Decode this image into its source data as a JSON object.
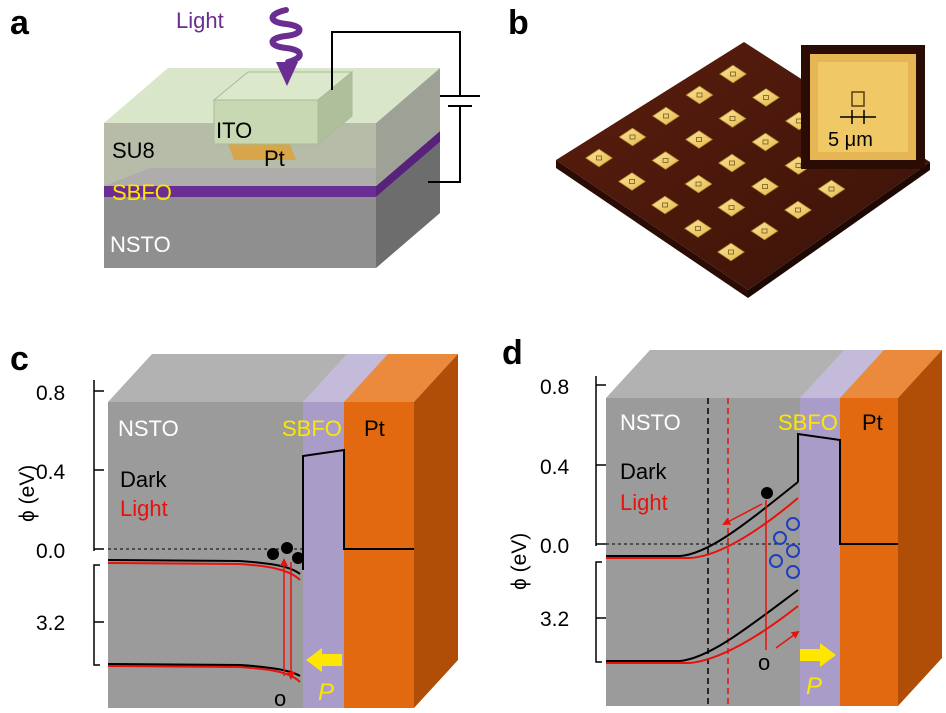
{
  "panels": {
    "a": {
      "letter": "a",
      "light": "Light",
      "ito": "ITO",
      "su8": "SU8",
      "pt": "Pt",
      "sbfo": "SBFO",
      "nsto": "NSTO"
    },
    "b": {
      "letter": "b",
      "scale": "5 μm"
    },
    "c": {
      "letter": "c",
      "ylabel": "ϕ (eV)",
      "ticks": [
        "0.8",
        "0.4",
        "0.0",
        "3.2"
      ],
      "nsto": "NSTO",
      "sbfo": "SBFO",
      "pt": "Pt",
      "dark": "Dark",
      "light": "Light",
      "hole": "o",
      "pol": "P"
    },
    "d": {
      "letter": "d",
      "ylabel": "ϕ (eV)",
      "ticks": [
        "0.8",
        "0.4",
        "0.0",
        "3.2"
      ],
      "nsto": "NSTO",
      "sbfo": "SBFO",
      "pt": "Pt",
      "dark": "Dark",
      "light": "Light",
      "hole": "o",
      "pol": "P"
    }
  },
  "colors": {
    "light_purple": "#6a2d91",
    "sbfo_yellow": "#ffe600",
    "light_red": "#e8120c",
    "pt_orange": "#e2690f",
    "sbfo_layer": "#a99cc9",
    "nsto_gray": "#9b9b9b",
    "su8_green": "#cfe0bd",
    "arrow_yellow": "#ffe600"
  }
}
